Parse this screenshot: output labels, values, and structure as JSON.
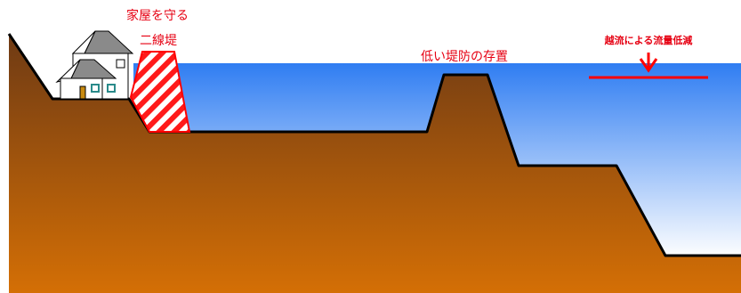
{
  "labels": {
    "house_protect": "家屋を守る",
    "secondary_levee": "二線堤",
    "low_levee": "低い堤防の存置",
    "overflow_reduction": "越流による流量低減"
  },
  "colors": {
    "label_red": "#e60012",
    "arrow_red": "#ff0000",
    "water_top": "#2f7df2",
    "water_bottom": "#ffffff",
    "earth_top": "#6e3a14",
    "earth_bottom": "#d26f05",
    "outline": "#000000"
  }
}
